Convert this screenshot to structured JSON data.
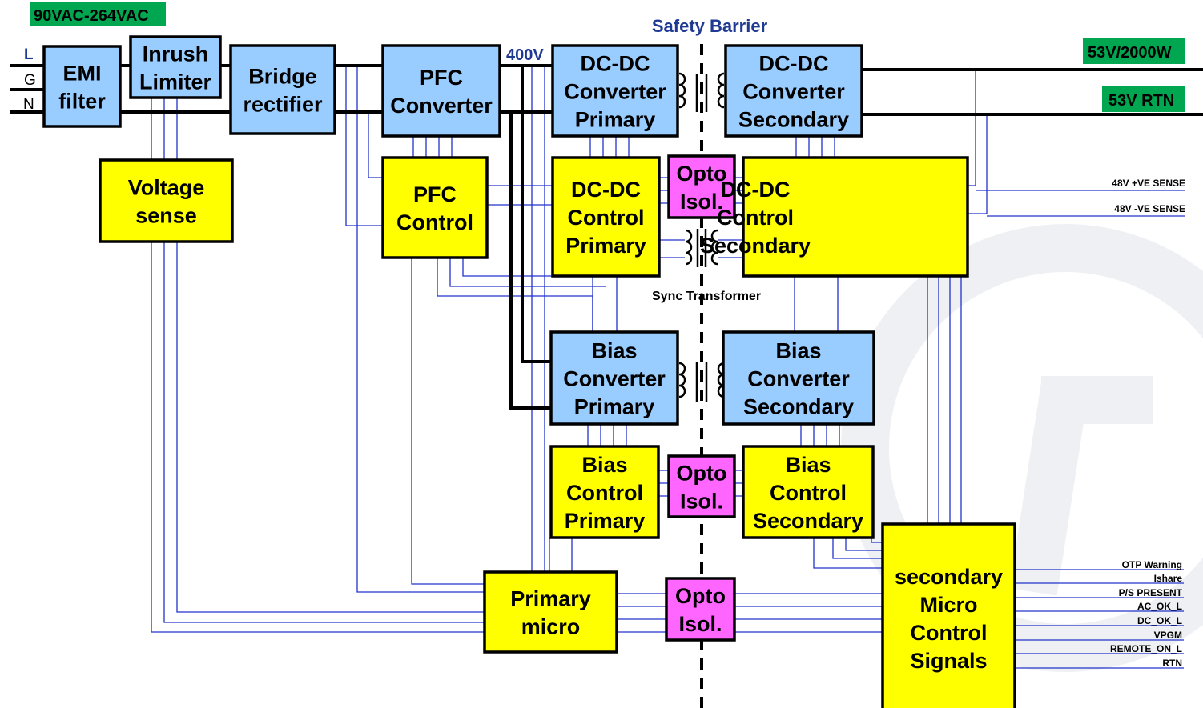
{
  "title": "Safety Barrier",
  "input_label": "90VAC-264VAC",
  "output_labels": {
    "main": "53V/2000W",
    "rtn": "53V RTN"
  },
  "line_labels": {
    "l": "L",
    "g": "G",
    "n": "N"
  },
  "bus_voltage": "400V",
  "sync_transformer": "Sync Transformer",
  "blocks": {
    "emi": [
      "EMI",
      "filter"
    ],
    "inrush": [
      "Inrush",
      "Limiter"
    ],
    "bridge": [
      "Bridge",
      "rectifier"
    ],
    "pfc_conv": [
      "PFC",
      "Converter"
    ],
    "dcdc_pri": [
      "DC-DC",
      "Converter",
      "Primary"
    ],
    "dcdc_sec": [
      "DC-DC",
      "Converter",
      "Secondary"
    ],
    "voltage": [
      "Voltage",
      "sense"
    ],
    "pfc_ctrl": [
      "PFC",
      "Control"
    ],
    "dcdc_cpri": [
      "DC-DC",
      "Control",
      "Primary"
    ],
    "opto1": [
      "Opto",
      "Isol."
    ],
    "dcdc_csec": [
      "DC-DC",
      "Control",
      "Secondary"
    ],
    "bias_pri": [
      "Bias",
      "Converter",
      "Primary"
    ],
    "bias_sec": [
      "Bias",
      "Converter",
      "Secondary"
    ],
    "bias_cpri": [
      "Bias",
      "Control",
      "Primary"
    ],
    "opto2": [
      "Opto",
      "Isol."
    ],
    "bias_csec": [
      "Bias",
      "Control",
      "Secondary"
    ],
    "prim_micro": [
      "Primary",
      "micro"
    ],
    "opto3": [
      "Opto",
      "Isol."
    ],
    "sec_micro": [
      "secondary",
      "Micro",
      "Control",
      "Signals"
    ]
  },
  "sense_signals": [
    "48V +VE SENSE",
    "48V -VE SENSE"
  ],
  "output_signals": [
    "OTP Warning",
    "Ishare",
    "P/S PRESENT",
    "AC_OK_L",
    "DC_OK_L",
    "VPGM",
    "REMOTE_ON_L",
    "RTN"
  ]
}
